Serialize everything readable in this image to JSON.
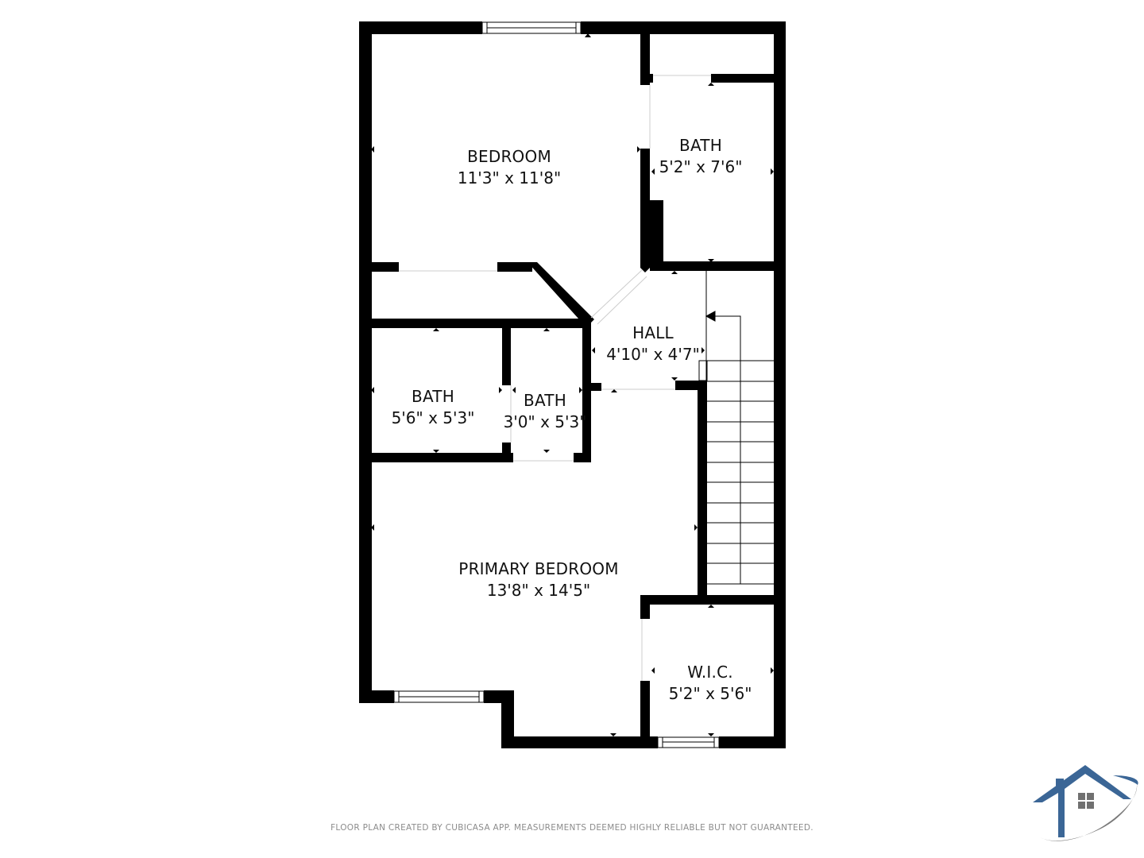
{
  "floor_plan": {
    "rooms": [
      {
        "id": "bedroom",
        "name": "BEDROOM",
        "dimensions": "11'3\" x 11'8\""
      },
      {
        "id": "bath-upper-right",
        "name": "BATH",
        "dimensions": "5'2\" x 7'6\""
      },
      {
        "id": "hall",
        "name": "HALL",
        "dimensions": "4'10\" x 4'7\""
      },
      {
        "id": "bath-left",
        "name": "BATH",
        "dimensions": "5'6\" x 5'3\""
      },
      {
        "id": "bath-small",
        "name": "BATH",
        "dimensions": "3'0\" x 5'3\""
      },
      {
        "id": "primary-bedroom",
        "name": "PRIMARY BEDROOM",
        "dimensions": "13'8\" x 14'5\""
      },
      {
        "id": "wic",
        "name": "W.I.C.",
        "dimensions": "5'2\" x 5'6\""
      }
    ],
    "wall_color": "#000000",
    "background_color": "#ffffff"
  },
  "footer": {
    "disclaimer": "FLOOR PLAN CREATED BY CUBICASA APP. MEASUREMENTS DEEMED HIGHLY RELIABLE BUT NOT GUARANTEED."
  },
  "logo": {
    "icon": "house-swoosh-logo",
    "roof_color": "#3b6696",
    "swoosh_color": "#7a7a7a"
  }
}
